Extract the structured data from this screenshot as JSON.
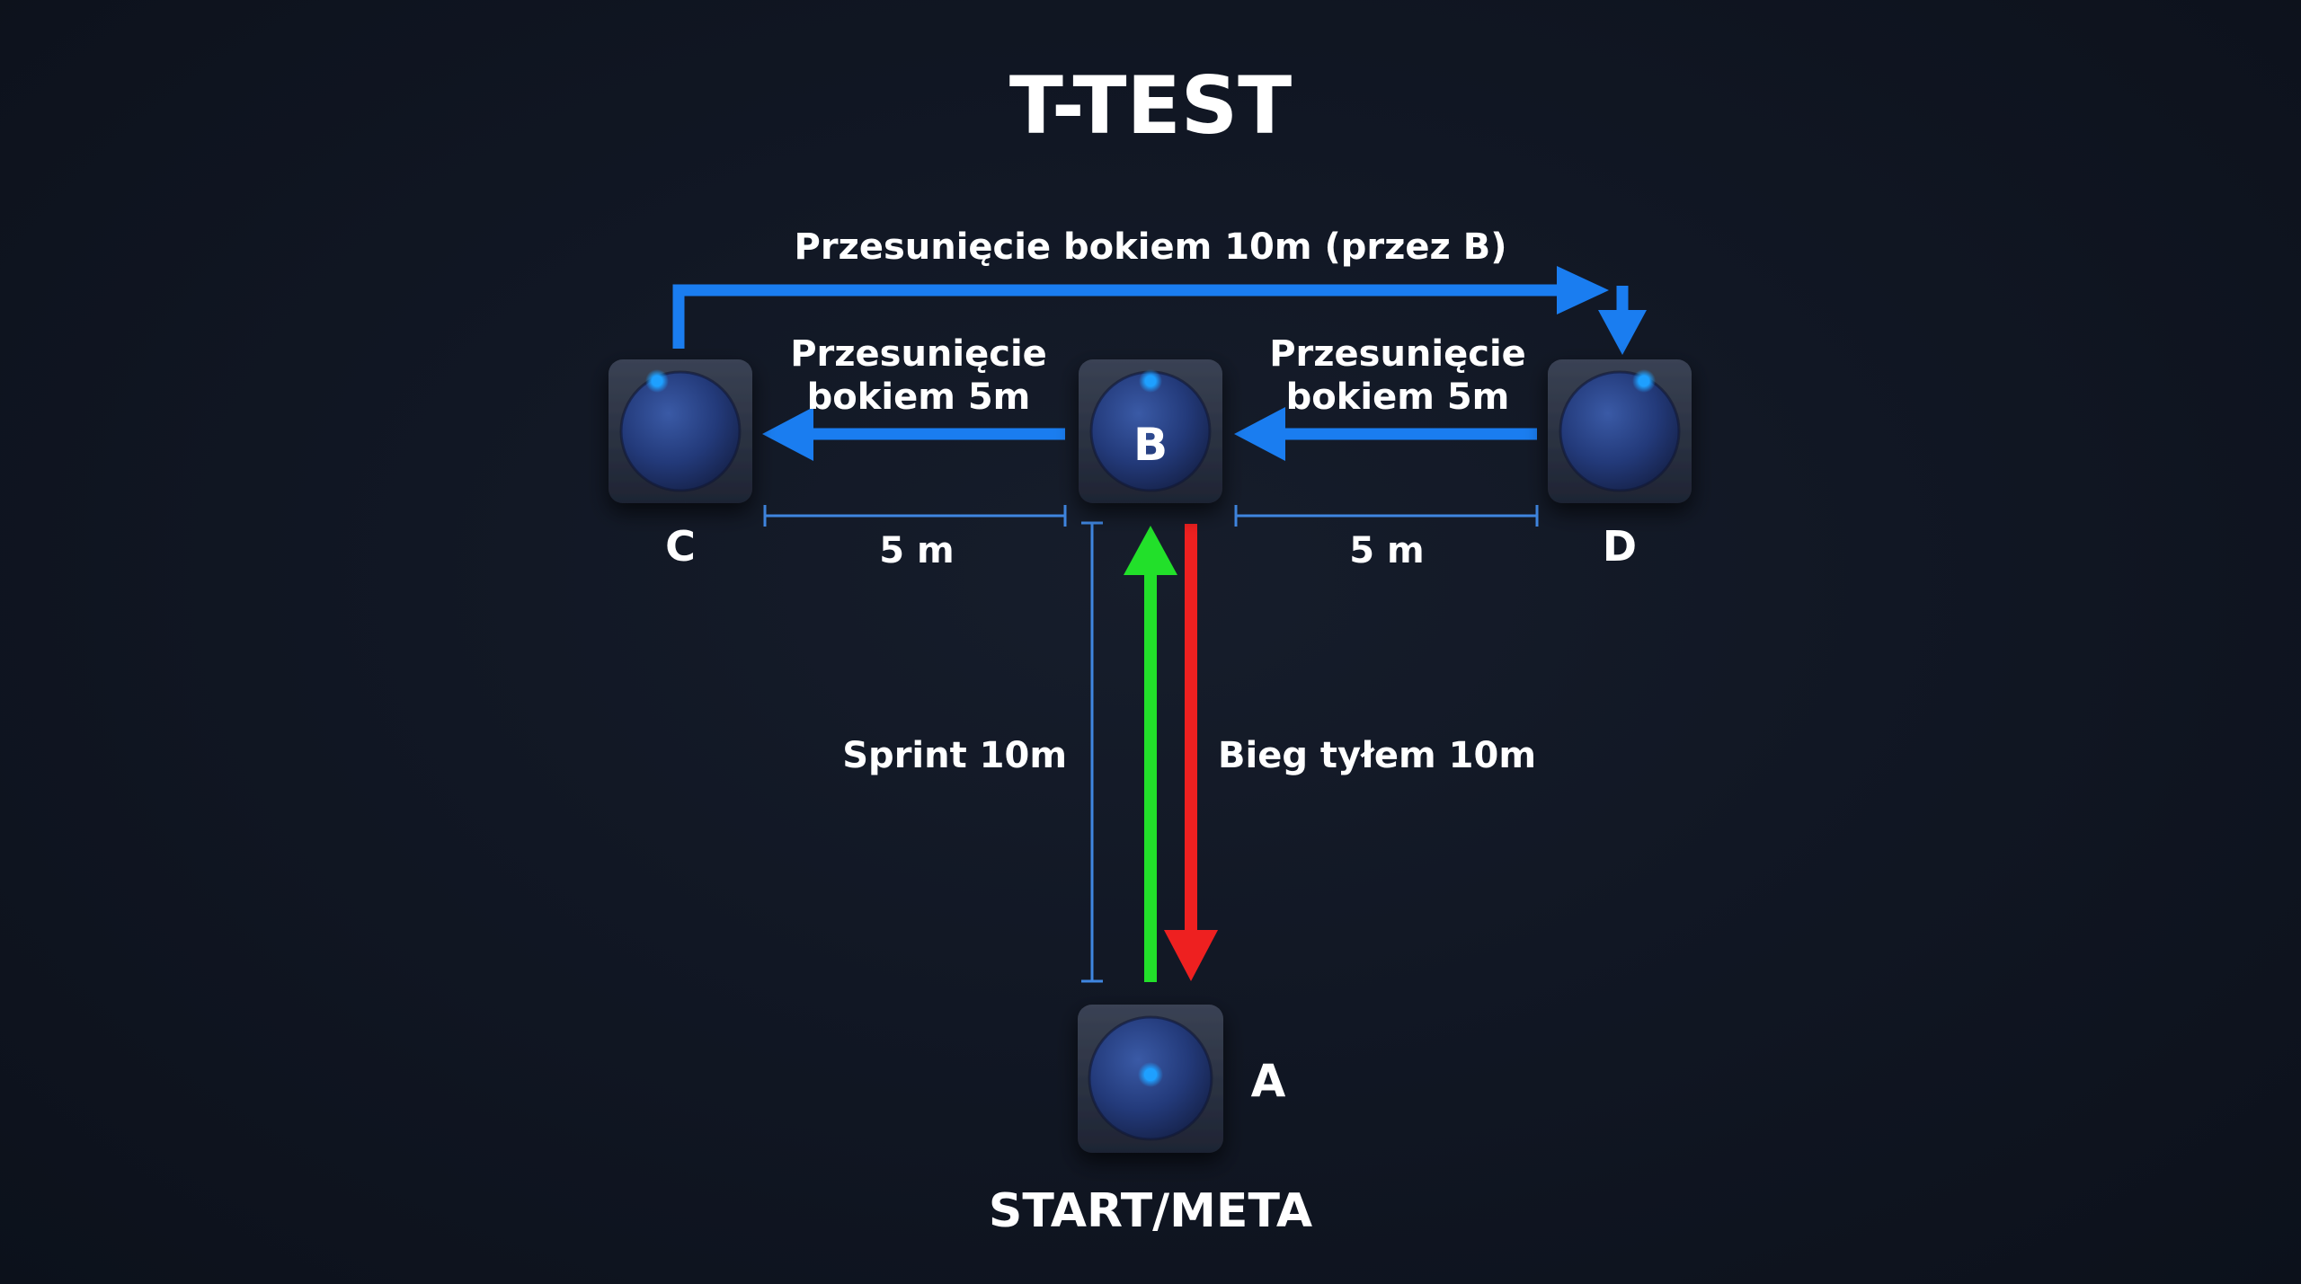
{
  "title": "T-TEST",
  "cones": {
    "A": {
      "letter": "A"
    },
    "B": {
      "letter": "B"
    },
    "C": {
      "letter": "C"
    },
    "D": {
      "letter": "D"
    }
  },
  "labels": {
    "shuffle_10m": "Przesunięcie bokiem 10m (przez B)",
    "shuffle_left_line1": "Przesunięcie",
    "shuffle_left_line2": "bokiem 5m",
    "shuffle_right_line1": "Przesunięcie",
    "shuffle_right_line2": "bokiem 5m",
    "dist_left": "5 m",
    "dist_right": "5 m",
    "sprint": "Sprint 10m",
    "backpedal": "Bieg tyłem 10m",
    "start": "START/META"
  },
  "colors": {
    "background": "#0f1420",
    "blue_arrow": "#1a7df0",
    "green_arrow": "#22e02a",
    "red_arrow": "#ee2020",
    "dimension_line": "#3f86e0",
    "cone_glow": "#1ea0ff"
  },
  "icons": {
    "cone": "cone-icon"
  }
}
